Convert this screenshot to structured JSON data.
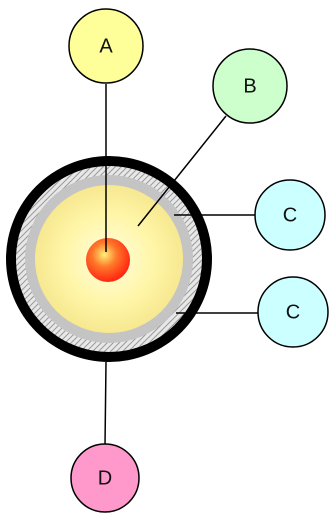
{
  "labels": {
    "a": "A",
    "b": "B",
    "c_upper": "C",
    "c_lower": "C",
    "d": "D"
  },
  "colors": {
    "a": "#ffff99",
    "b": "#ccffcc",
    "c": "#ccffff",
    "d": "#ff99cc",
    "outer_jacket": "#000000",
    "braid": "#e6e6e6",
    "layer": "#c0c0c0",
    "insulation": "#fff6a8",
    "core": "#ff3b1f"
  }
}
